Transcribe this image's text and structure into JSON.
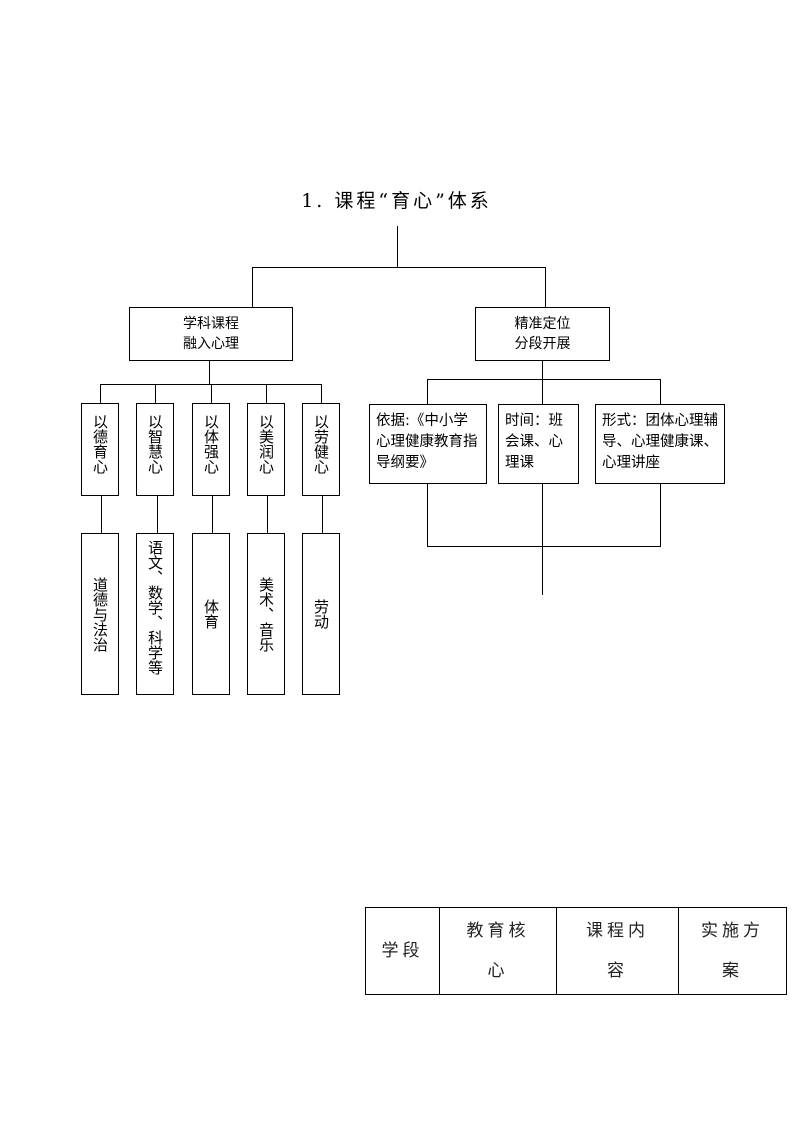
{
  "title": "1. 课程“育心”体系",
  "root_branches": [
    {
      "label_line1": "学科课程",
      "label_line2": "融入心理",
      "children": [
        {
          "label": "以德育心",
          "content": "道德与法治"
        },
        {
          "label": "以智慧心",
          "content": "语文、数学、科学等"
        },
        {
          "label": "以体强心",
          "content": "体育"
        },
        {
          "label": "以美润心",
          "content": "美术、音乐"
        },
        {
          "label": "以劳健心",
          "content": "劳动"
        }
      ]
    },
    {
      "label_line1": "精准定位",
      "label_line2": "分段开展",
      "children": [
        {
          "label": "依据:《中小学心理健康教育指导纲要》"
        },
        {
          "label": "时间：班会课、心理课"
        },
        {
          "label": "形式：团体心理辅导、心理健康课、心理讲座"
        }
      ]
    }
  ],
  "table": {
    "headers": [
      "学段",
      "教育核心",
      "课程内容",
      "实施方案"
    ]
  }
}
